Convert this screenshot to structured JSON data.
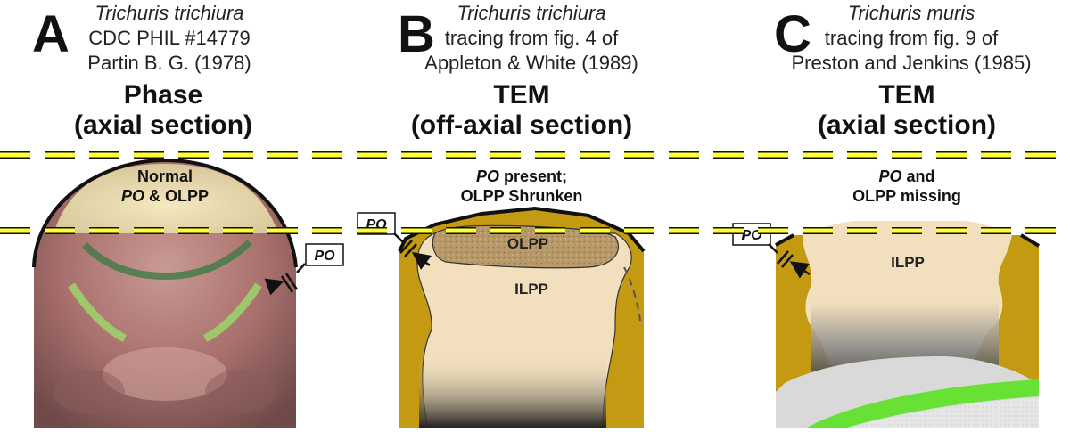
{
  "colors": {
    "guide_line": "#ffff33",
    "tissue_gold": "#c49a13",
    "ilpp_fill": "#f1dfbd",
    "olpp_fill": "#b79868",
    "mesh_green": "#67e234",
    "outline": "#111111"
  },
  "panels": [
    {
      "letter": "A",
      "species": "Trichuris trichiura",
      "source_line1": "CDC PHIL #14779",
      "source_line2": "Partin B. G. (1978)",
      "method": "Phase",
      "section": "(axial section)",
      "label_line1": "Normal",
      "label_line2_italic": "PO",
      "label_line2_rest": " & OLPP",
      "po_tag": "PO"
    },
    {
      "letter": "B",
      "species": "Trichuris trichiura",
      "source_line1": "tracing from fig. 4 of",
      "source_line2": "Appleton & White (1989)",
      "method": "TEM",
      "section": "(off-axial section)",
      "label_line1_italic": "PO",
      "label_line1_rest": " present;",
      "label_line2": "OLPP Shrunken",
      "po_tag": "PO",
      "region_olpp": "OLPP",
      "region_ilpp": "ILPP"
    },
    {
      "letter": "C",
      "species": "Trichuris muris",
      "source_line1": "tracing from fig. 9 of",
      "source_line2": "Preston and Jenkins (1985)",
      "method": "TEM",
      "section": "(axial section)",
      "label_line1_italic": "PO",
      "label_line1_rest": " and",
      "label_line2": "OLPP missing",
      "po_tag": "PO",
      "region_ilpp": "ILPP"
    }
  ]
}
